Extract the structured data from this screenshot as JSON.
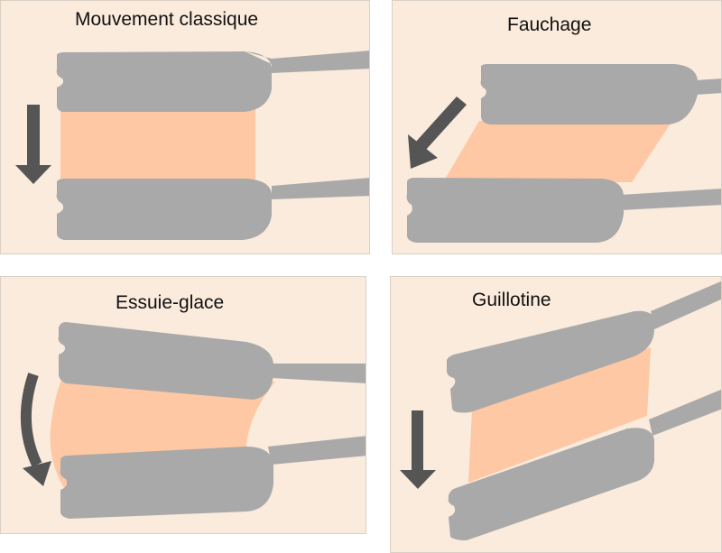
{
  "colors": {
    "panel_background": "#faebdc",
    "pan": "#a9a9a9",
    "food": "#fdc8a3",
    "arrow": "#555555"
  },
  "panels": [
    {
      "title": "Mouvement classique",
      "arrow_icon": "arrow-down-icon"
    },
    {
      "title": "Fauchage",
      "arrow_icon": "arrow-down-left-icon"
    },
    {
      "title": "Essuie-glace",
      "arrow_icon": "curved-arrow-down-icon"
    },
    {
      "title": "Guillotine",
      "arrow_icon": "arrow-down-icon"
    }
  ]
}
